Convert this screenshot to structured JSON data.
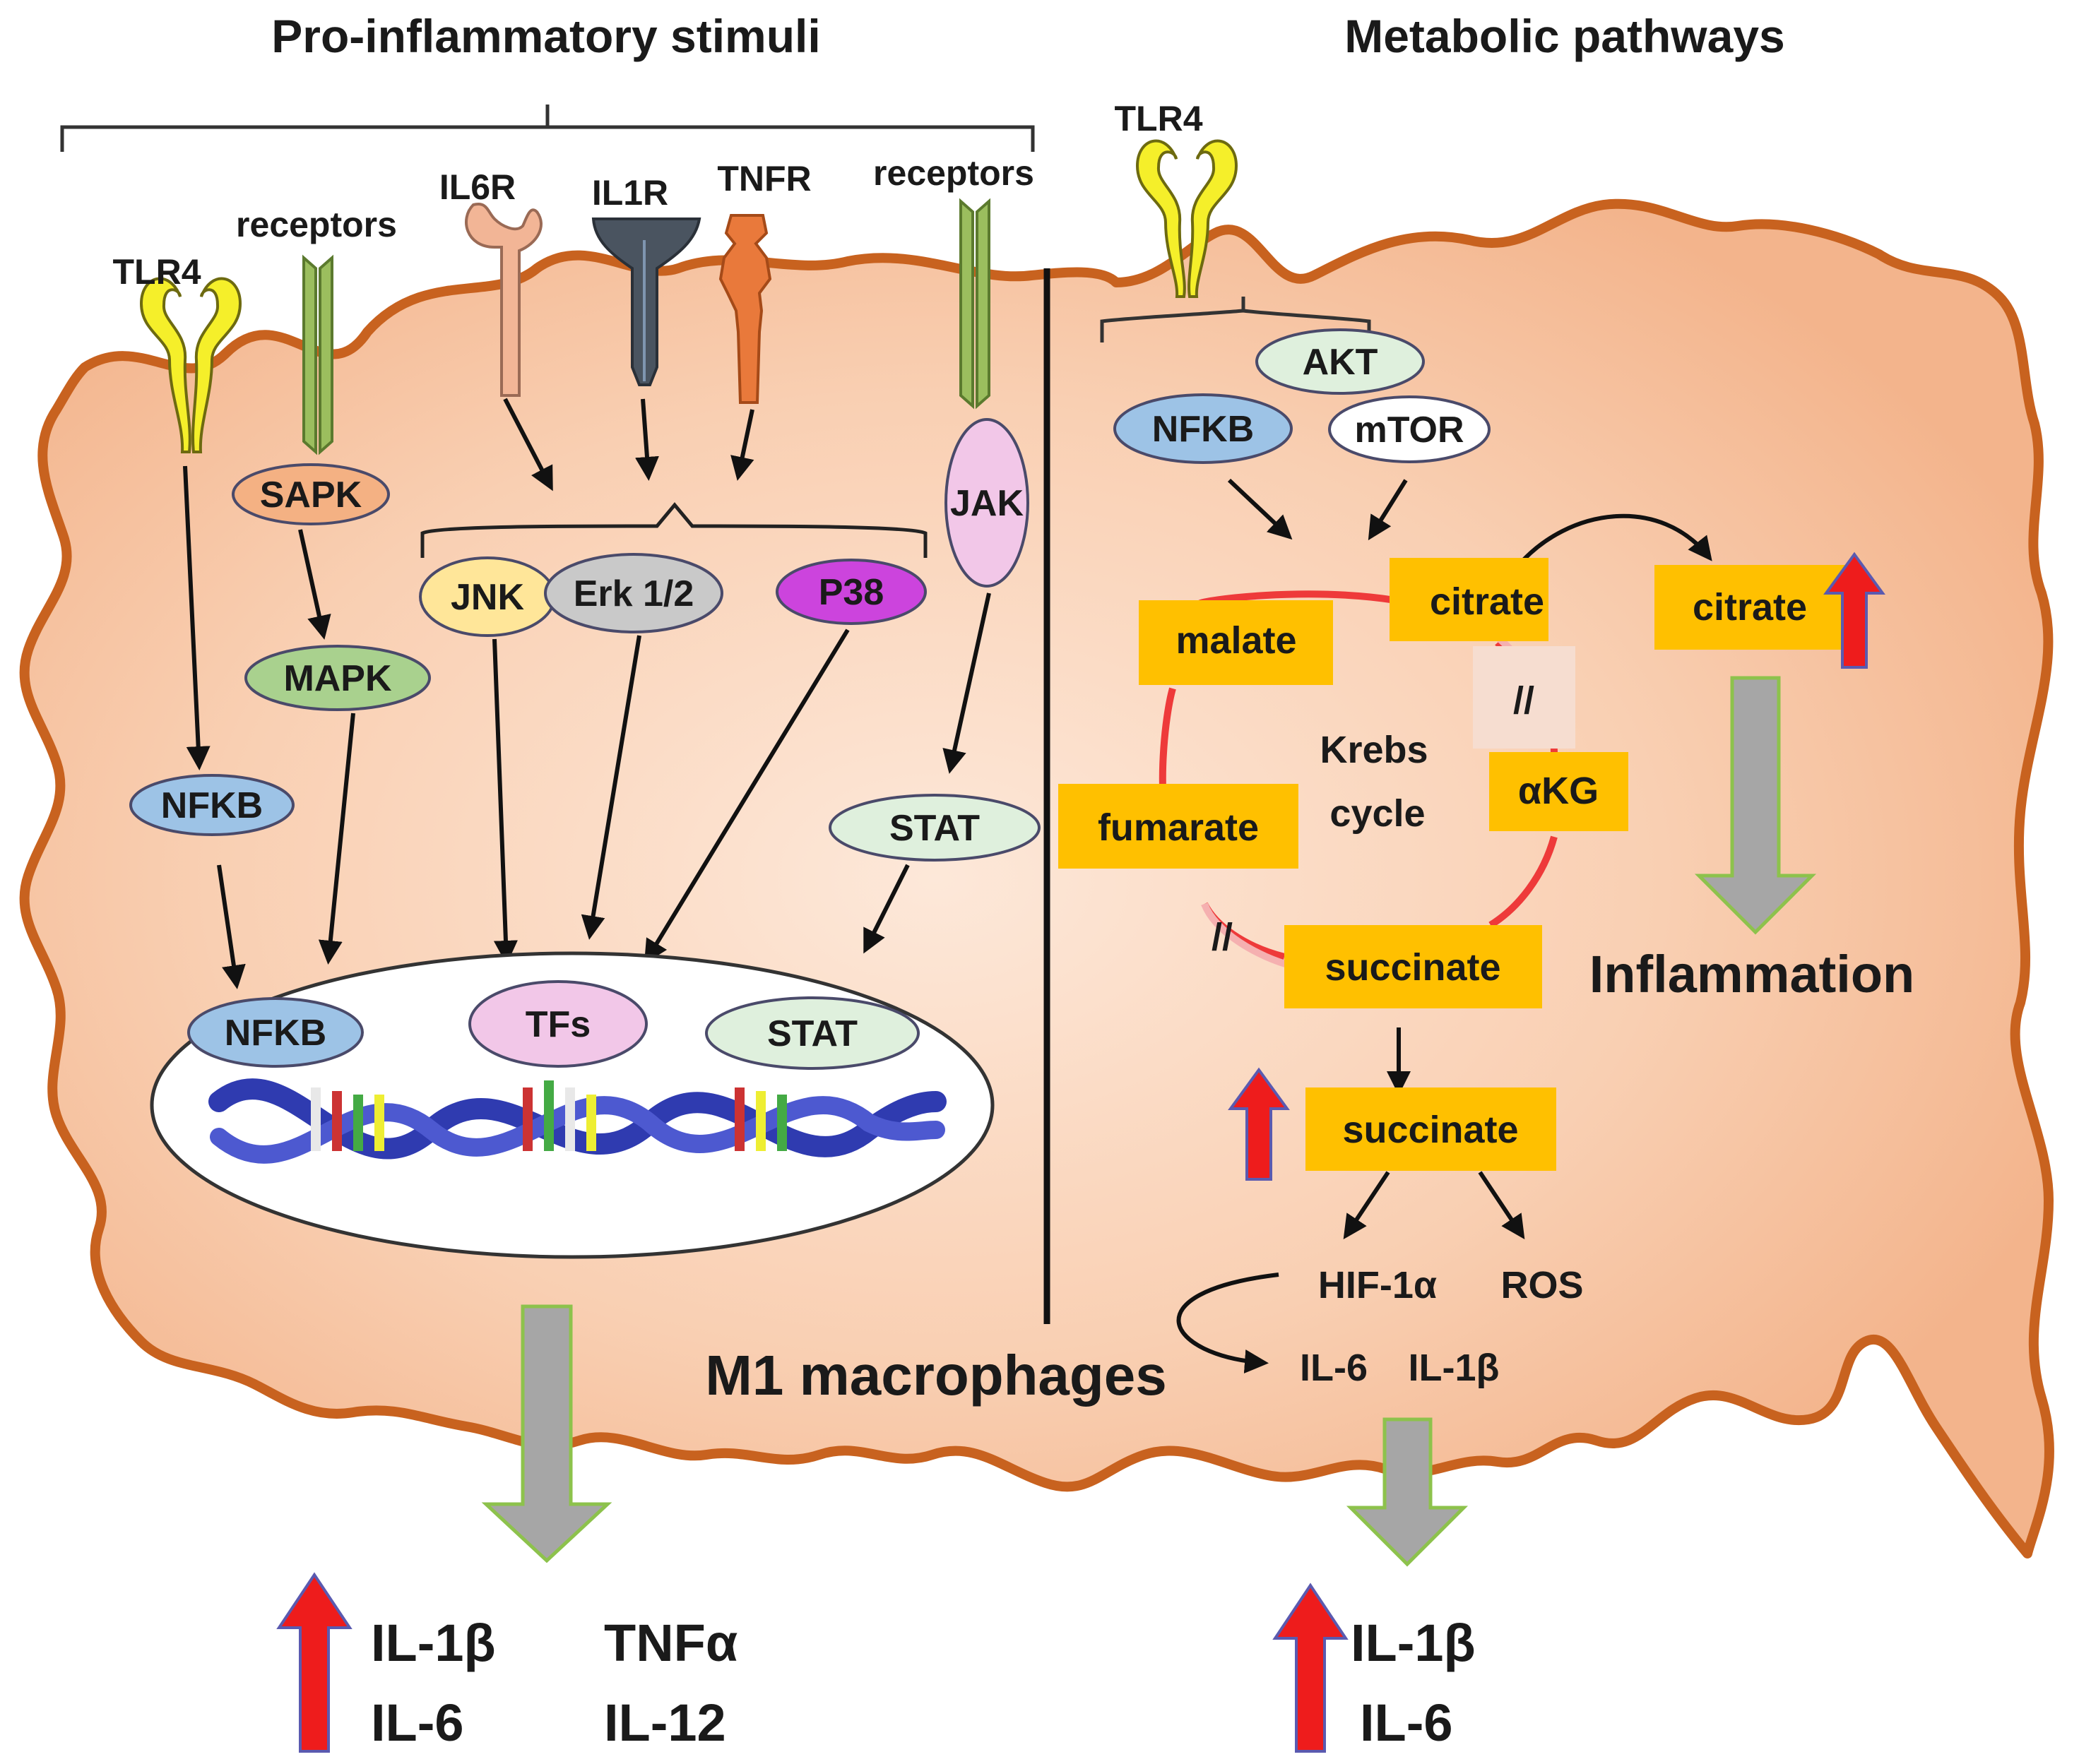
{
  "titles": {
    "left": "Pro-inflammatory stimuli",
    "right": "Metabolic pathways"
  },
  "receptors": {
    "tlr4_left": "TLR4",
    "receptors_1": "receptors",
    "il6r": "IL6R",
    "il1r": "IL1R",
    "tnfr": "TNFR",
    "receptors_2": "receptors",
    "tlr4_right": "TLR4"
  },
  "kinases": {
    "sapk": "SAPK",
    "mapk": "MAPK",
    "nfkb_left": "NFKB",
    "jnk": "JNK",
    "erk": "Erk 1/2",
    "p38": "P38",
    "jak": "JAK",
    "stat": "STAT"
  },
  "nucleus": {
    "nfkb": "NFKB",
    "tfs": "TFs",
    "stat": "STAT"
  },
  "metabolic": {
    "akt": "AKT",
    "nfkb": "NFKB",
    "mtor": "mTOR",
    "citrate": "citrate",
    "malate": "malate",
    "krebs_line1": "Krebs",
    "krebs_line2": "cycle",
    "akg": "αKG",
    "fumarate": "fumarate",
    "succinate": "succinate",
    "citrate_out": "citrate",
    "inflammation": "Inflammation",
    "succinate_out": "succinate",
    "hif": "HIF-1α",
    "ros": "ROS",
    "il6": "IL-6",
    "il1b": "IL-1β",
    "break_marks": "//"
  },
  "cell_label": "M1 macrophages",
  "outputs_left": {
    "il1b": "IL-1β",
    "tnfa": "TNFα",
    "il6": "IL-6",
    "il12": "IL-12"
  },
  "outputs_right": {
    "il1b": "IL-1β",
    "il6": "IL-6"
  },
  "colors": {
    "membrane": "#c8621f",
    "cytoplasm": "#f6c3a2",
    "box_fill": "#ffc000",
    "up_arrow": "#ee1c1c",
    "down_arrow": "#a6a6a6",
    "krebs_ring": "#ee3a3a"
  }
}
